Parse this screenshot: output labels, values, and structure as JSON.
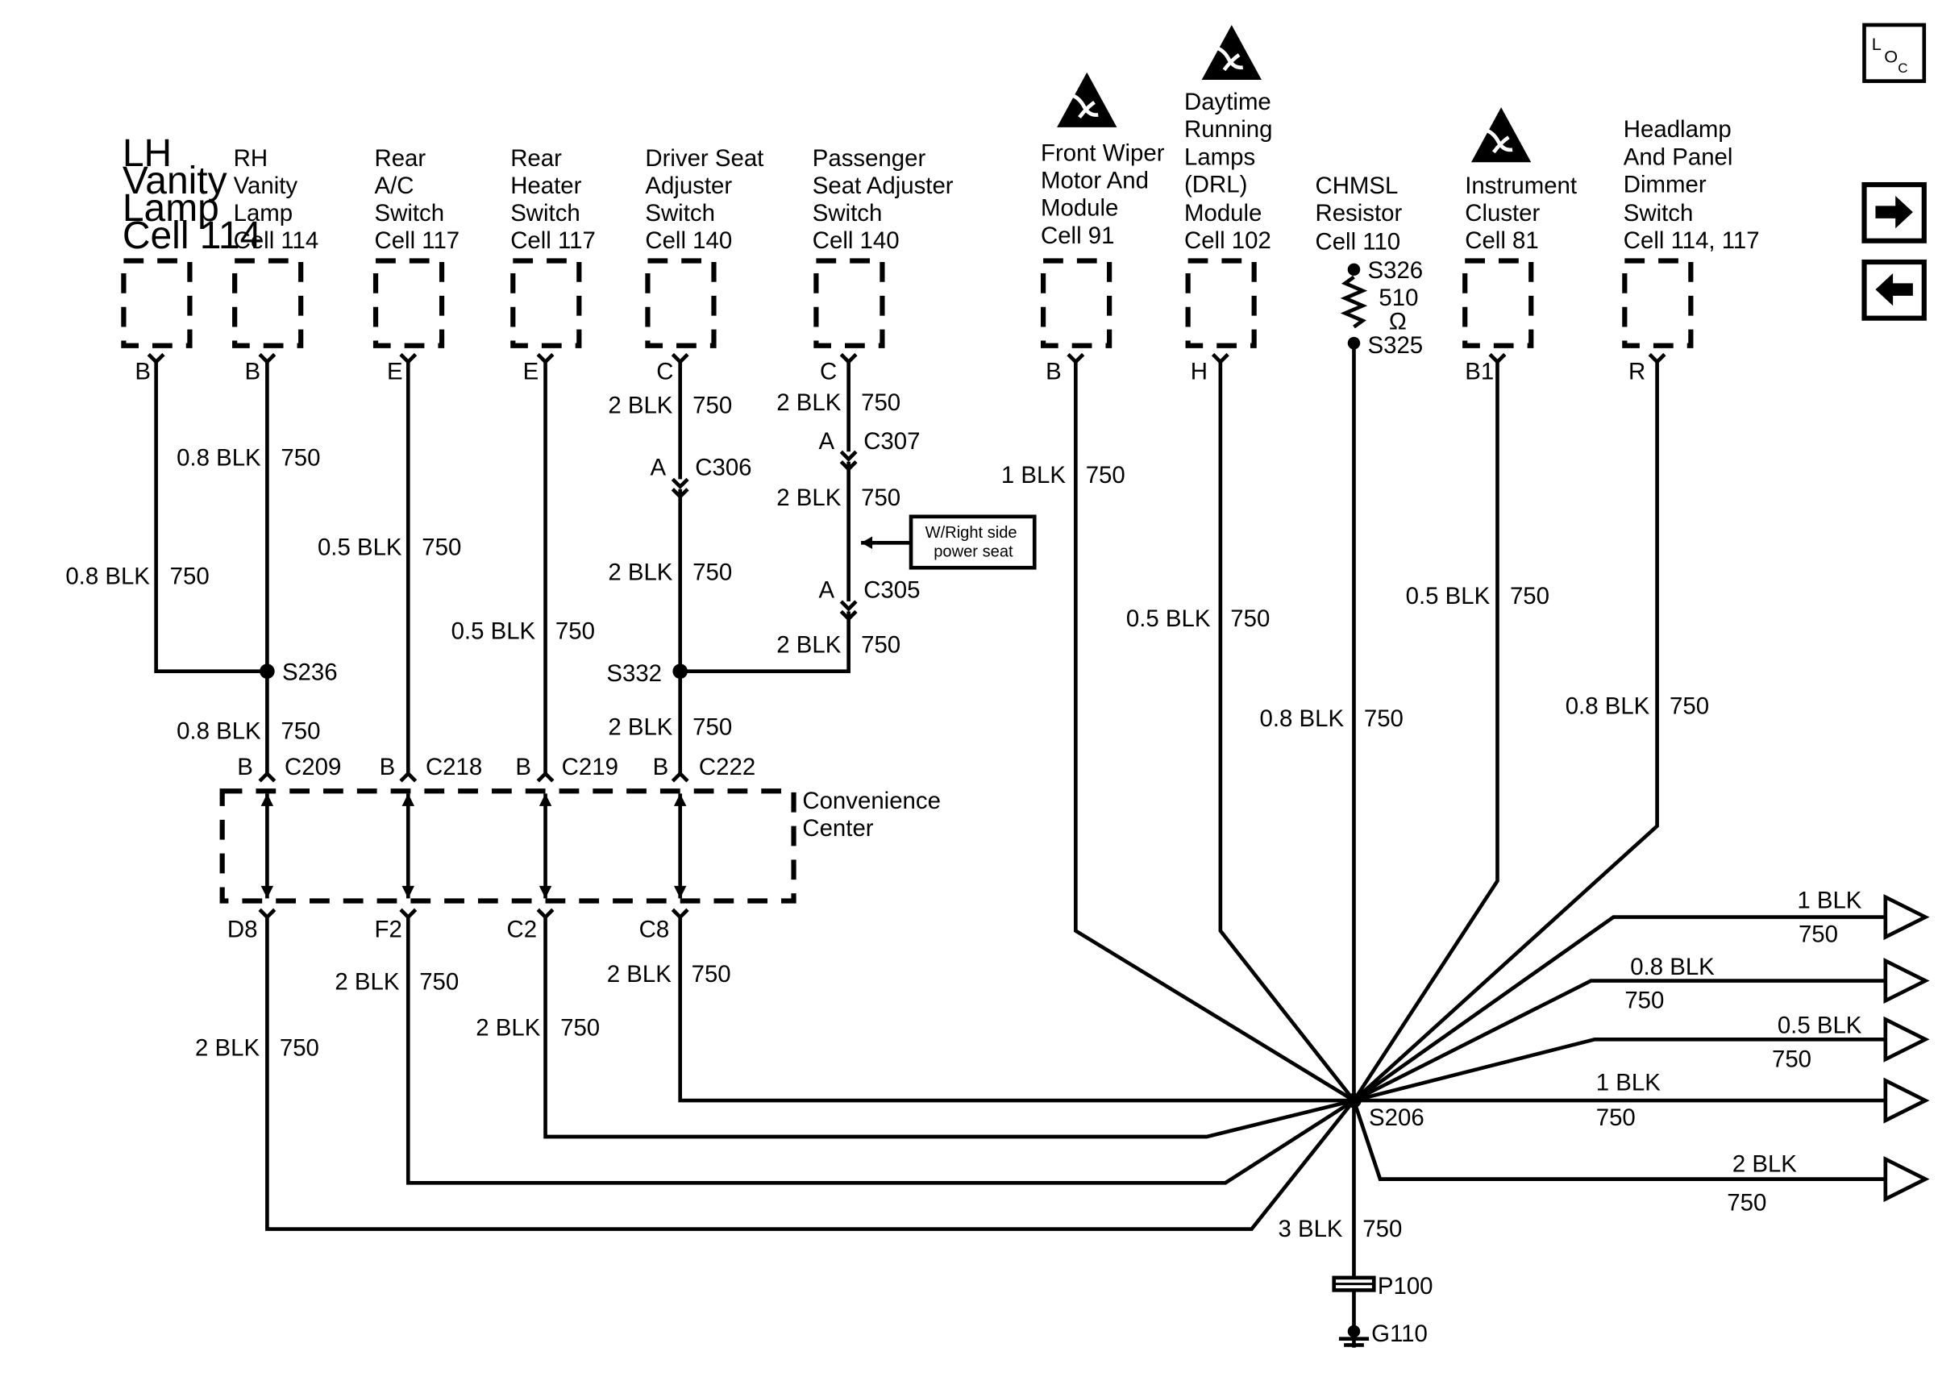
{
  "components": {
    "lh_vanity": {
      "lines": [
        "LH",
        "Vanity",
        "Lamp",
        "Cell 114"
      ],
      "pin": "B"
    },
    "rh_vanity": {
      "lines": [
        "RH",
        "Vanity",
        "Lamp",
        "Cell 114"
      ],
      "pin": "B"
    },
    "rear_ac": {
      "lines": [
        "Rear",
        "A/C",
        "Switch",
        "Cell 117"
      ],
      "pin": "E"
    },
    "rear_heater": {
      "lines": [
        "Rear",
        "Heater",
        "Switch",
        "Cell 117"
      ],
      "pin": "E"
    },
    "driver_seat": {
      "lines": [
        "Driver Seat",
        "Adjuster",
        "Switch",
        "Cell 140"
      ],
      "pin": "C"
    },
    "pass_seat": {
      "lines": [
        "Passenger",
        "Seat Adjuster",
        "Switch",
        "Cell 140"
      ],
      "pin": "C"
    },
    "wiper": {
      "lines": [
        "Front Wiper",
        "Motor And",
        "Module",
        "Cell 91"
      ],
      "pin": "B"
    },
    "drl": {
      "lines": [
        "Daytime",
        "Running",
        "Lamps",
        "(DRL)",
        "Module",
        "Cell 102"
      ],
      "pin": "H"
    },
    "chmsl": {
      "lines": [
        "CHMSL",
        "Resistor",
        "Cell 110"
      ],
      "top_splice": "S326",
      "value": "510",
      "unit": "Ω",
      "bottom_splice": "S325"
    },
    "cluster": {
      "lines": [
        "Instrument",
        "Cluster",
        "Cell 81"
      ],
      "pin": "B1"
    },
    "dimmer": {
      "lines": [
        "Headlamp",
        "And Panel",
        "Dimmer",
        "Switch",
        "Cell 114, 117"
      ],
      "pin": "R"
    }
  },
  "wires": {
    "lh_vanity": {
      "size": "0.8 BLK",
      "circuit": "750"
    },
    "rh_vanity": {
      "size": "0.8 BLK",
      "circuit": "750"
    },
    "s236_out": {
      "size": "0.8 BLK",
      "circuit": "750"
    },
    "rear_ac": {
      "size": "0.5 BLK",
      "circuit": "750"
    },
    "rear_heater": {
      "size": "0.5 BLK",
      "circuit": "750"
    },
    "driver_seat_top": {
      "size": "2 BLK",
      "circuit": "750"
    },
    "driver_seat_mid": {
      "size": "2 BLK",
      "circuit": "750"
    },
    "s332_out": {
      "size": "2 BLK",
      "circuit": "750"
    },
    "pass_seat_1": {
      "size": "2 BLK",
      "circuit": "750"
    },
    "pass_seat_2": {
      "size": "2 BLK",
      "circuit": "750"
    },
    "pass_seat_3": {
      "size": "2 BLK",
      "circuit": "750"
    },
    "wiper": {
      "size": "1 BLK",
      "circuit": "750"
    },
    "drl": {
      "size": "0.5 BLK",
      "circuit": "750"
    },
    "chmsl": {
      "size": "0.8 BLK",
      "circuit": "750"
    },
    "cluster": {
      "size": "0.5 BLK",
      "circuit": "750"
    },
    "dimmer": {
      "size": "0.8 BLK",
      "circuit": "750"
    },
    "d8": {
      "size": "2 BLK",
      "circuit": "750"
    },
    "f2": {
      "size": "2 BLK",
      "circuit": "750"
    },
    "c2": {
      "size": "2 BLK",
      "circuit": "750"
    },
    "c8": {
      "size": "2 BLK",
      "circuit": "750"
    },
    "ground": {
      "size": "3 BLK",
      "circuit": "750"
    }
  },
  "outputs": [
    {
      "size": "1 BLK",
      "circuit": "750"
    },
    {
      "size": "0.8 BLK",
      "circuit": "750"
    },
    {
      "size": "0.5 BLK",
      "circuit": "750"
    },
    {
      "size": "1 BLK",
      "circuit": "750"
    },
    {
      "size": "2 BLK",
      "circuit": "750"
    }
  ],
  "splices": {
    "s236": "S236",
    "s332": "S332",
    "s206": "S206"
  },
  "connectors": {
    "c306": {
      "pin": "A",
      "name": "C306"
    },
    "c307": {
      "pin": "A",
      "name": "C307"
    },
    "c305": {
      "pin": "A",
      "name": "C305"
    },
    "c209": {
      "pin": "B",
      "name": "C209"
    },
    "c218": {
      "pin": "B",
      "name": "C218"
    },
    "c219": {
      "pin": "B",
      "name": "C219"
    },
    "c222": {
      "pin": "B",
      "name": "C222"
    }
  },
  "convenience_center": {
    "lines": [
      "Convenience",
      "Center"
    ],
    "pins": [
      "D8",
      "F2",
      "C2",
      "C8"
    ]
  },
  "note_box": {
    "lines": [
      "W/Right side",
      "power seat"
    ]
  },
  "ground": {
    "plug": "P100",
    "ground": "G110"
  },
  "nav": {
    "loc_l": "L",
    "loc_o": "O",
    "loc_c": "C",
    "forward_icon": "arrow-right-icon",
    "back_icon": "arrow-left-icon"
  }
}
